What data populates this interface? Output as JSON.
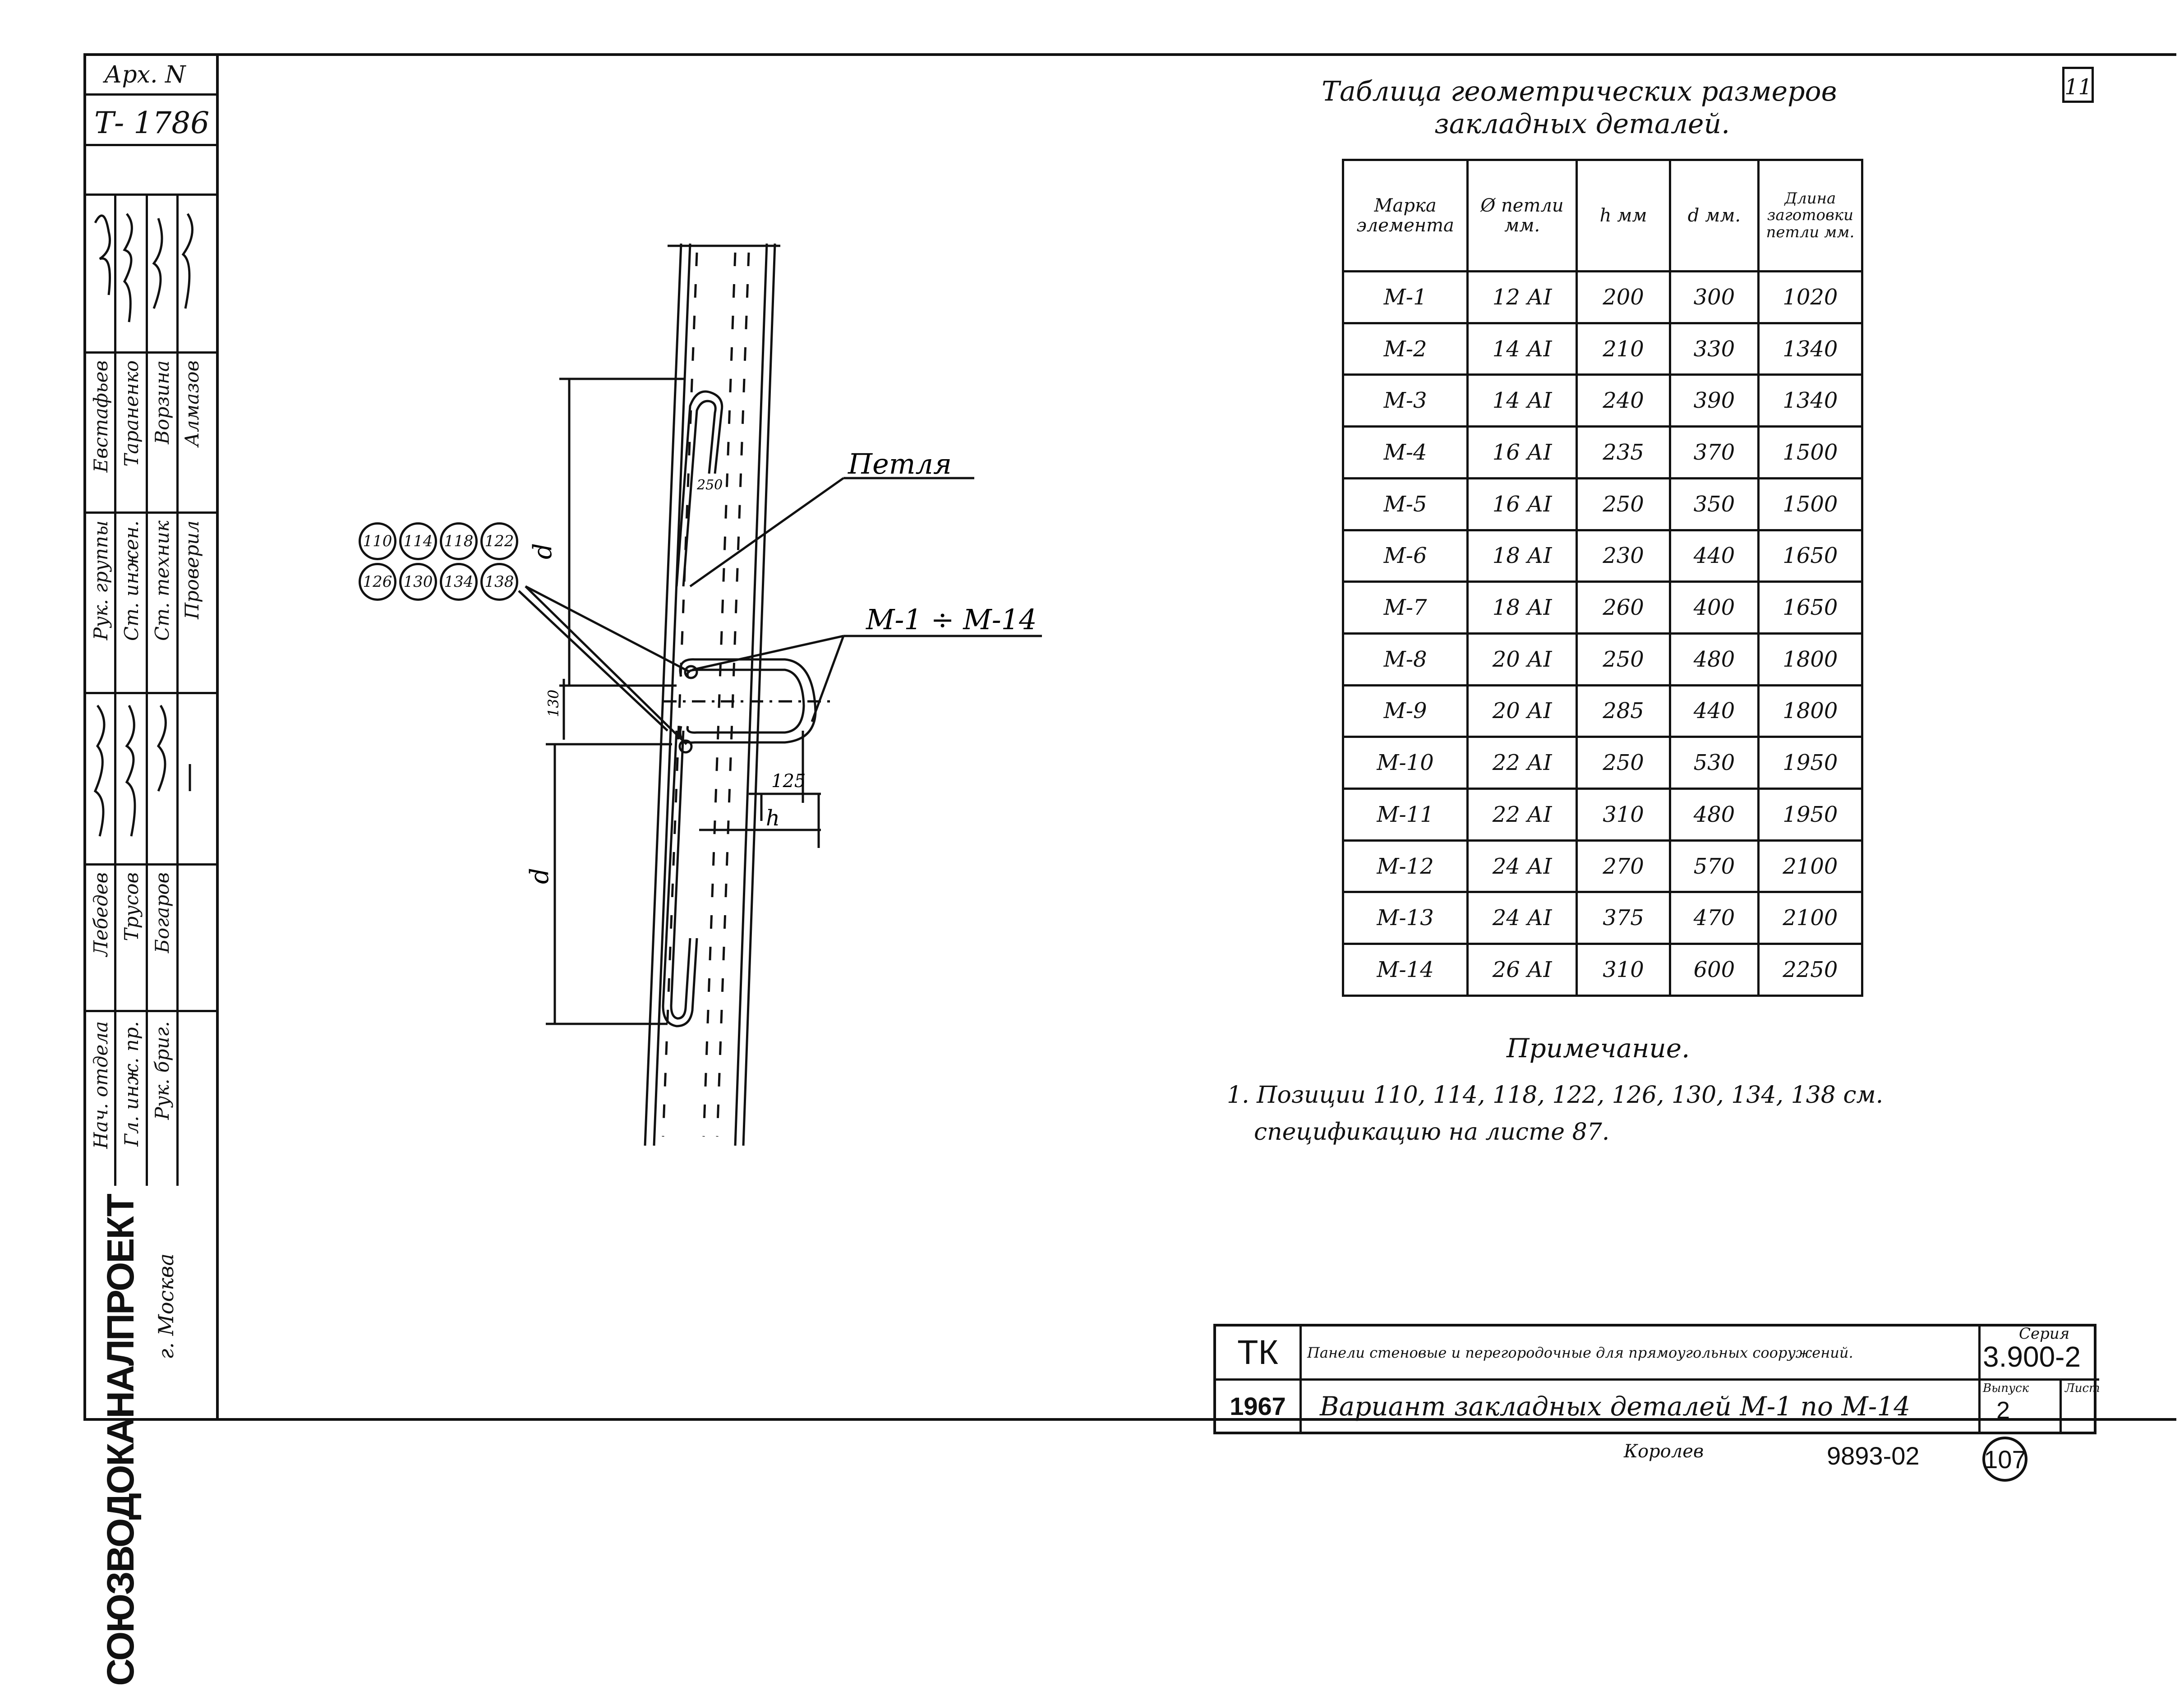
{
  "sheet": {
    "archive_label": "Арх. N",
    "archive_number": "Т- 1786",
    "corner_mark": "11"
  },
  "stamp": {
    "org_name": "СОЮЗВОДОКАНАЛПРОЕКТ",
    "org_city": "г. Москва",
    "roles": [
      "Нач. отдела",
      "Гл. инж. пр.",
      "Рук. бриг.",
      "Рук. группы",
      "Ст. инжен.",
      "Ст. техник",
      "Проверил"
    ],
    "names": [
      "Лебедев",
      "Трусов",
      "Богаров",
      "Евстафьев",
      "Тараненко",
      "Ворзина",
      "Алмазов"
    ]
  },
  "table": {
    "title_line1": "Таблица геометрических размеров",
    "title_line2": "закладных деталей.",
    "headers": {
      "mark": "Марка элемента",
      "phi": "Ø петли мм.",
      "h": "h мм",
      "d": "d мм.",
      "length": "Длина заготовки петли мм."
    },
    "rows": [
      [
        "М-1",
        "12 АI",
        "200",
        "300",
        "1020"
      ],
      [
        "М-2",
        "14 АI",
        "210",
        "330",
        "1340"
      ],
      [
        "М-3",
        "14 АI",
        "240",
        "390",
        "1340"
      ],
      [
        "М-4",
        "16 АI",
        "235",
        "370",
        "1500"
      ],
      [
        "М-5",
        "16 АI",
        "250",
        "350",
        "1500"
      ],
      [
        "М-6",
        "18 АI",
        "230",
        "440",
        "1650"
      ],
      [
        "М-7",
        "18 АI",
        "260",
        "400",
        "1650"
      ],
      [
        "М-8",
        "20 АI",
        "250",
        "480",
        "1800"
      ],
      [
        "М-9",
        "20 АI",
        "285",
        "440",
        "1800"
      ],
      [
        "М-10",
        "22 АI",
        "250",
        "530",
        "1950"
      ],
      [
        "М-11",
        "22 АI",
        "310",
        "480",
        "1950"
      ],
      [
        "М-12",
        "24 АI",
        "270",
        "570",
        "2100"
      ],
      [
        "М-13",
        "24 АI",
        "375",
        "470",
        "2100"
      ],
      [
        "М-14",
        "26 АI",
        "310",
        "600",
        "2250"
      ]
    ]
  },
  "note": {
    "heading": "Примечание.",
    "line1": "1. Позиции 110, 114, 118, 122, 126, 130, 134, 138 см.",
    "line2": "спецификацию на листе 87."
  },
  "drawing": {
    "loop_label": "Петля",
    "range_label": "М-1 ÷ М-14",
    "dim_d": "d",
    "dim_h": "h",
    "dim_125": "125",
    "dim_130": "130",
    "dim_250": "250",
    "positions": [
      "110",
      "114",
      "118",
      "122",
      "126",
      "130",
      "134",
      "138"
    ]
  },
  "title_block": {
    "code": "ТК",
    "year": "1967",
    "description": "Панели стеновые и перегородочные для прямоугольных сооружений.",
    "title": "Вариант закладных деталей М-1 по М-14",
    "series_label": "Серия",
    "series_value": "3.900-2",
    "issue_label": "Выпуск",
    "issue_value": "2",
    "sheet_label": "Лист"
  },
  "footer": {
    "copier": "Королев",
    "doc_number": "9893-02",
    "sheet_number": "107"
  }
}
